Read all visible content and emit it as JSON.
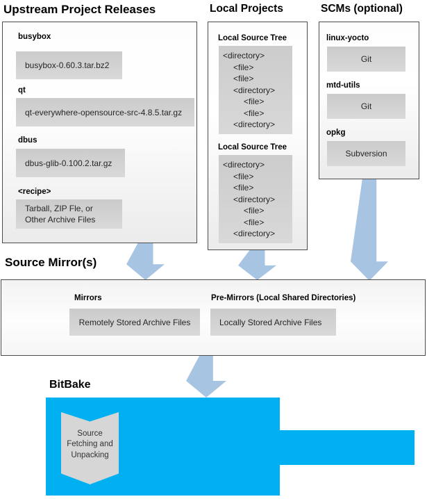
{
  "colors": {
    "accent_cyan": "#00b0f0",
    "arrow_blue": "#a7c4e2",
    "panel_border": "#4a4a4a",
    "inner_box_gray": "#d6d6d6"
  },
  "upstream": {
    "title": "Upstream Project Releases",
    "items": [
      {
        "label": "busybox",
        "value": "busybox-0.60.3.tar.bz2"
      },
      {
        "label": "qt",
        "value": "qt-everywhere-opensource-src-4.8.5.tar.gz"
      },
      {
        "label": "dbus",
        "value": "dbus-glib-0.100.2.tar.gz"
      },
      {
        "label": "<recipe>",
        "value_line1": "Tarball, ZIP Fle, or",
        "value_line2": "Other Archive Files"
      }
    ]
  },
  "local_projects": {
    "title": "Local Projects",
    "trees": [
      {
        "label": "Local Source Tree",
        "lines": [
          {
            "text": "<directory>",
            "indent": 0
          },
          {
            "text": "<file>",
            "indent": 1
          },
          {
            "text": "<file>",
            "indent": 1
          },
          {
            "text": "<directory>",
            "indent": 1
          },
          {
            "text": "<file>",
            "indent": 2
          },
          {
            "text": "<file>",
            "indent": 2
          },
          {
            "text": "<directory>",
            "indent": 1
          }
        ]
      },
      {
        "label": "Local Source Tree",
        "lines": [
          {
            "text": "<directory>",
            "indent": 0
          },
          {
            "text": "<file>",
            "indent": 1
          },
          {
            "text": "<file>",
            "indent": 1
          },
          {
            "text": "<directory>",
            "indent": 1
          },
          {
            "text": "<file>",
            "indent": 2
          },
          {
            "text": "<file>",
            "indent": 2
          },
          {
            "text": "<directory>",
            "indent": 1
          }
        ]
      }
    ]
  },
  "scms": {
    "title": "SCMs (optional)",
    "items": [
      {
        "label": "linux-yocto",
        "value": "Git"
      },
      {
        "label": "mtd-utils",
        "value": "Git"
      },
      {
        "label": "opkg",
        "value": "Subversion"
      }
    ]
  },
  "mirrors": {
    "title": "Source Mirror(s)",
    "groups": [
      {
        "label": "Mirrors",
        "value": "Remotely Stored Archive Files"
      },
      {
        "label": "Pre-Mirrors (Local Shared Directories)",
        "value": "Locally Stored Archive Files"
      }
    ]
  },
  "bitbake": {
    "title": "BitBake",
    "chevron_line1": "Source",
    "chevron_line2": "Fetching and",
    "chevron_line3": "Unpacking"
  }
}
